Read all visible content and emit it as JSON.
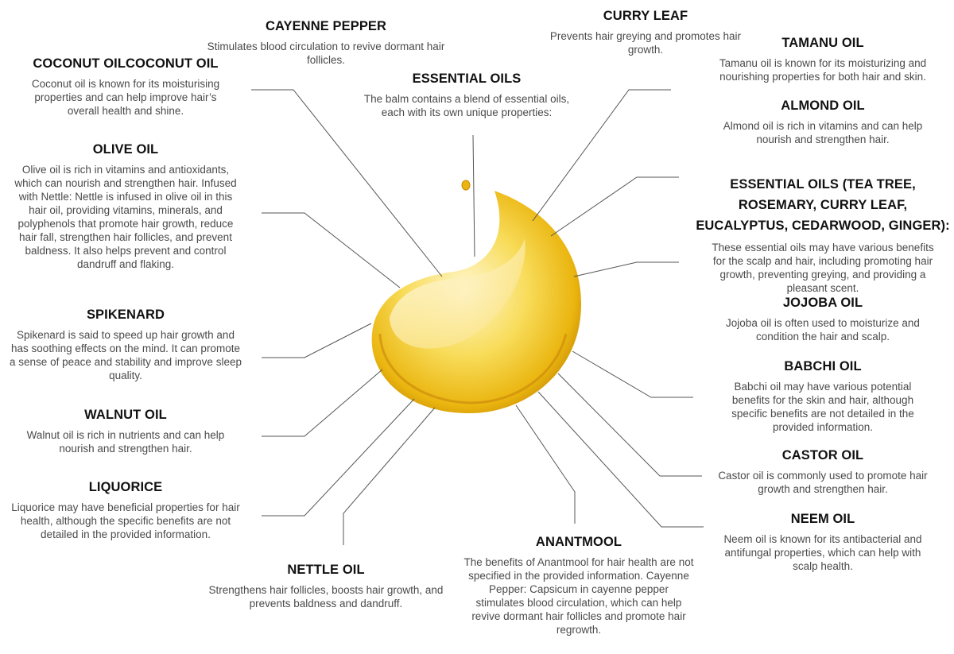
{
  "title": "Hair oil ingredients diagram",
  "colors": {
    "line": "#555555",
    "oil_light": "#fbe89a",
    "oil_mid": "#f2c21b",
    "oil_dark": "#c98a05"
  },
  "items": [
    {
      "title": "CAYENNE PEPPER",
      "desc": "Stimulates blood circulation to revive dormant hair follicles."
    },
    {
      "title": "COCONUT OILCOCONUT OIL",
      "desc": "Coconut oil is known for its moisturising properties and can help improve hair’s overall health and shine."
    },
    {
      "title": "OLIVE OIL",
      "desc": "Olive oil is rich in vitamins and antioxidants, which can nourish and strengthen hair. Infused with Nettle: Nettle is infused in olive oil in this hair oil, providing vitamins, minerals, and polyphenols that promote hair growth, reduce hair fall, strengthen hair follicles, and prevent baldness. It also helps prevent and control dandruff and flaking."
    },
    {
      "title": "SPIKENARD",
      "desc": "Spikenard is said to speed up hair growth and has soothing effects on the mind. It can promote a sense of peace and stability and improve sleep quality."
    },
    {
      "title": "WALNUT OIL",
      "desc": "Walnut oil is rich in nutrients and can help nourish and strengthen hair."
    },
    {
      "title": "LIQUORICE",
      "desc": "Liquorice may have beneficial properties for hair health, although the specific benefits are not detailed in the provided information."
    },
    {
      "title": "NETTLE OIL",
      "desc": "Strengthens hair follicles, boosts hair growth, and prevents baldness and dandruff."
    },
    {
      "title": "ANANTMOOL",
      "desc": "The benefits of Anantmool for hair health are not specified in the provided information. Cayenne Pepper: Capsicum in cayenne pepper stimulates blood circulation, which can help revive dormant hair follicles and promote hair regrowth."
    },
    {
      "title": "ESSENTIAL OILS",
      "desc": "The balm contains a blend of essential oils, each with its own unique properties:"
    },
    {
      "title": "CURRY LEAF",
      "desc": "Prevents hair greying and promotes hair growth."
    },
    {
      "title": "TAMANU OIL",
      "desc": "Tamanu oil is known for its moisturizing and nourishing properties for both hair and skin."
    },
    {
      "title": "ALMOND OIL",
      "desc": "Almond oil is rich in vitamins and can help nourish and strengthen hair."
    },
    {
      "title": "ESSENTIAL OILS (TEA TREE, ROSEMARY, CURRY LEAF, EUCALYPTUS, CEDARWOOD, GINGER):",
      "desc": "These essential oils may have various benefits for the scalp and hair, including promoting hair growth, preventing greying, and providing a pleasant scent."
    },
    {
      "title": "JOJOBA OIL",
      "desc": "Jojoba oil is often used to moisturize and condition the hair and scalp."
    },
    {
      "title": "BABCHI OIL",
      "desc": "Babchi oil may have various potential benefits for the skin and hair, although specific benefits are not detailed in the provided information."
    },
    {
      "title": "CASTOR OIL",
      "desc": "Castor oil is commonly used to promote hair growth and strengthen hair."
    },
    {
      "title": "NEEM OIL",
      "desc": "Neem oil is known for its antibacterial and antifungal properties, which can help with scalp health."
    }
  ]
}
